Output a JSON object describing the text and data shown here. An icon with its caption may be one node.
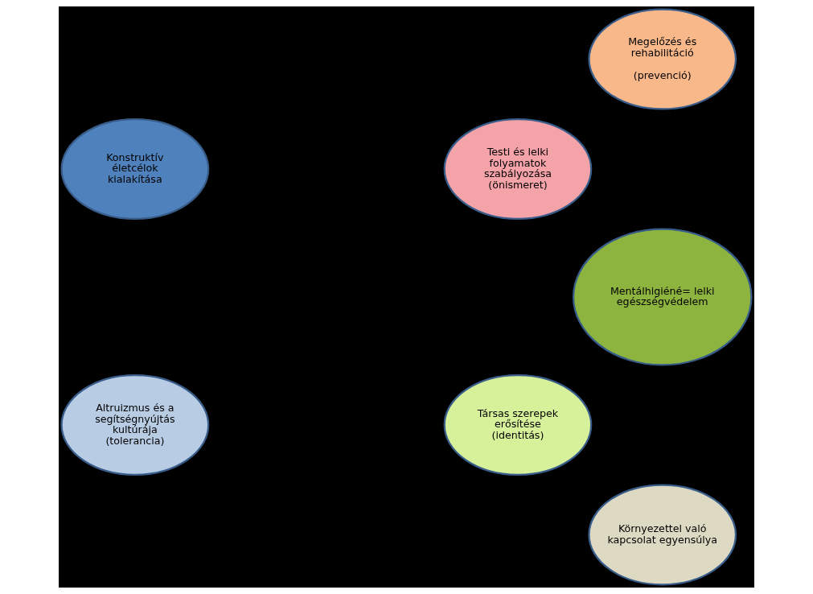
{
  "diagram": {
    "nodes": [
      {
        "text": [
          "Megelőzés és rehabilitáció",
          "(prevenció)"
        ]
      },
      {
        "text": [
          "Konstruktív életcélok kialakítása"
        ]
      },
      {
        "text": [
          "Testi és lelki folyamatok szabályozása (önismeret)"
        ]
      },
      {
        "text": [
          "Mentálhigiéné= lelki egészségvédelem"
        ]
      },
      {
        "text": [
          "Altruizmus és a segítségnyújtás kultúrája (tolerancia)"
        ]
      },
      {
        "text": [
          "Társas szerepek erősítése (identitás)"
        ]
      },
      {
        "text": [
          "Környezettel való kapcsolat egyensúlya"
        ]
      }
    ],
    "edges": []
  }
}
